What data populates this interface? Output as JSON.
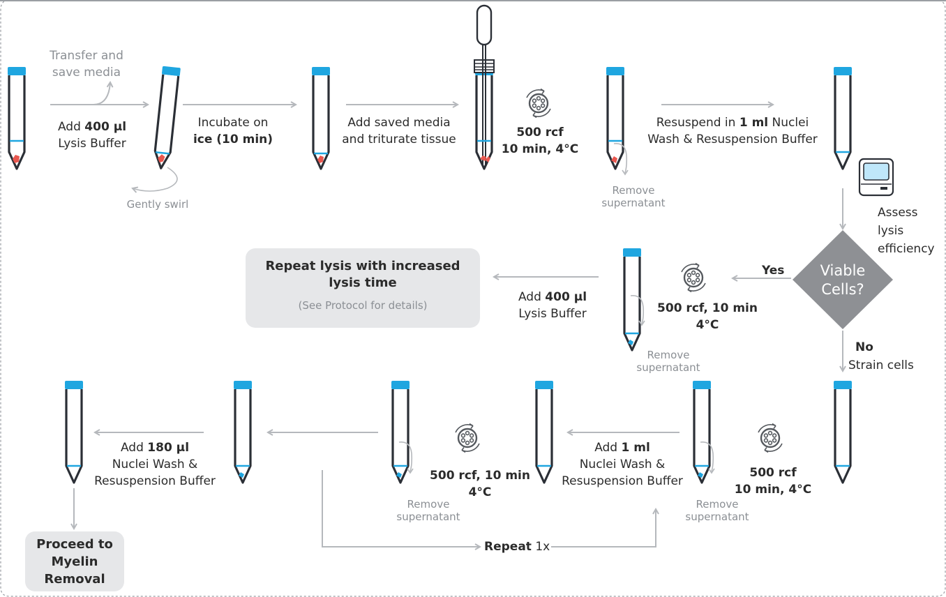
{
  "steps": {
    "s1": {
      "pre": "Add ",
      "bold": "400 µl",
      "post": "Lysis Buffer"
    },
    "transfer": {
      "line1": "Transfer and",
      "line2": "save media"
    },
    "swirl": "Gently swirl",
    "s2": {
      "line1": "Incubate on",
      "bold": "ice (10 min)"
    },
    "s3": {
      "line1": "Add saved media",
      "line2": "and triturate tissue"
    },
    "spin1": {
      "line1": "500 rcf",
      "line2": "10 min, 4°C"
    },
    "s4": {
      "pre": "Resuspend in ",
      "bold": "1 ml",
      "post1": " Nuclei",
      "line2": "Wash & Resuspension Buffer"
    },
    "remove1": {
      "line1": "Remove",
      "line2": "supernatant"
    },
    "assess": {
      "line1": "Assess",
      "line2": "lysis",
      "line3": "efficiency"
    },
    "decision": {
      "line1": "Viable",
      "line2": "Cells?",
      "yes": "Yes",
      "no": "No",
      "strain": "Strain cells"
    },
    "repeat_box": {
      "line1": "Repeat lysis with increased",
      "line2": "lysis time",
      "note": "(See Protocol for details)"
    },
    "s5": {
      "pre": "Add ",
      "bold": "400 µl",
      "line2": "Lysis Buffer"
    },
    "spin2": {
      "line1": "500 rcf, 10 min",
      "line2": "4°C"
    },
    "remove2": {
      "line1": "Remove",
      "line2": "supernatant"
    },
    "spin3": {
      "line1": "500 rcf",
      "line2": "10 min, 4°C"
    },
    "remove3": {
      "line1": "Remove",
      "line2": "supernatant"
    },
    "s6": {
      "pre": "Add ",
      "bold": "1 ml",
      "line2": "Nuclei Wash &",
      "line3": "Resuspension Buffer"
    },
    "spin4": {
      "line1": "500 rcf, 10 min",
      "line2": "4°C"
    },
    "remove4": {
      "line1": "Remove",
      "line2": "supernatant"
    },
    "repeat": {
      "bold": "Repeat",
      "post": " 1x"
    },
    "s7": {
      "pre": "Add ",
      "bold": "180 µl",
      "line2": "Nuclei Wash &",
      "line3": "Resuspension Buffer"
    },
    "final_box": {
      "line1": "Proceed to",
      "line2": "Myelin",
      "line3": "Removal"
    }
  },
  "colors": {
    "cap": "#1fa6e0",
    "tube": "#2b2f36",
    "arrow": "#b5b8bc",
    "tissue": "#e8574f",
    "diamond": "#8e9094",
    "box": "#e6e7e9"
  },
  "icons": [
    "tube-icon",
    "centrifuge-icon",
    "pipette-icon",
    "cell-counter-icon"
  ]
}
